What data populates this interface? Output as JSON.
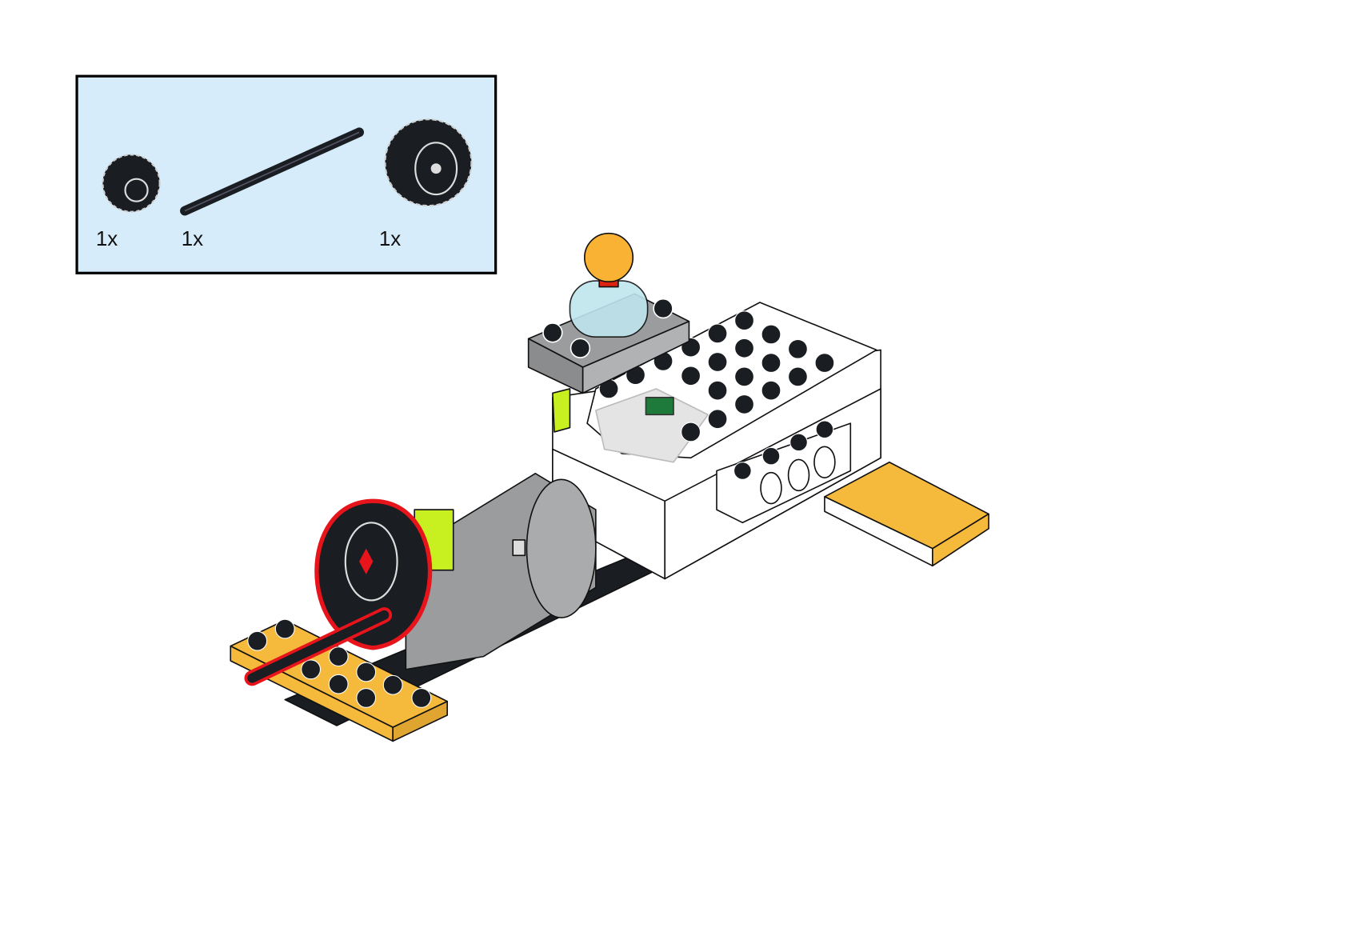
{
  "page": {
    "background": "#ffffff"
  },
  "parts_callout": {
    "background": "#d6ecfb",
    "border": "#000000",
    "parts": [
      {
        "icon": "small-gear-icon",
        "quantity": "1x"
      },
      {
        "icon": "axle-icon",
        "quantity": "1x"
      },
      {
        "icon": "large-gear-icon",
        "quantity": "1x"
      }
    ]
  },
  "model": {
    "highlight_color": "#e8141b",
    "colors": {
      "white": "#ffffff",
      "orange": "#f5b93c",
      "gray": "#9a9c9e",
      "dark": "#1a1d22",
      "lime": "#c8f020",
      "ball": "#f9b233",
      "transparent": "#bfe6ee",
      "green": "#1e7a3a"
    }
  }
}
